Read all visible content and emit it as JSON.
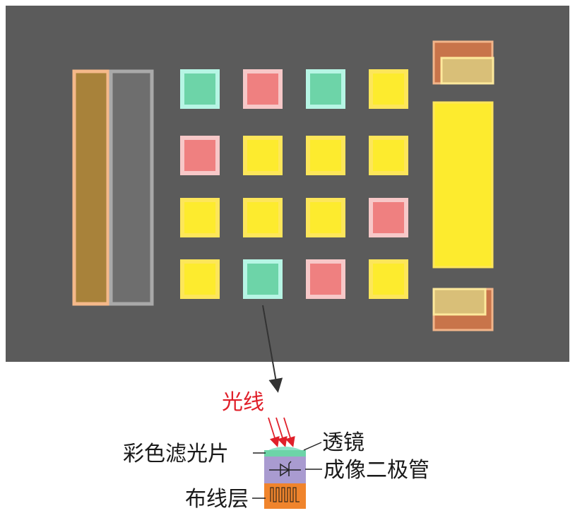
{
  "colors": {
    "background_panel": "#5b5b5b",
    "green": "#6dd4a8",
    "green_border": "#b6f5e4",
    "red": "#ef8080",
    "red_border": "#f7c8c8",
    "yellow": "#fdeb2e",
    "yellow_border": "#fde65a",
    "brown_bar": "#a8823a",
    "brown_border": "#f5b98a",
    "gray_bar": "#6e6e6e",
    "gray_border": "#a9a9a9",
    "orange": "#c8744a",
    "tan": "#d9bf78",
    "lens": "#8ee3c8",
    "photodiode": "#a99bd0",
    "wiring": "#f0842c",
    "light_arrow": "#e0202a"
  },
  "pixel_grid": [
    [
      "green",
      "red",
      "green",
      "yellow"
    ],
    [
      "red",
      "yellow",
      "yellow",
      "yellow"
    ],
    [
      "yellow",
      "yellow",
      "yellow",
      "red"
    ],
    [
      "yellow",
      "green",
      "red",
      "yellow"
    ]
  ],
  "labels": {
    "light": "光线",
    "lens": "透镜",
    "color_filter": "彩色滤光片",
    "photodiode": "成像二极管",
    "wiring_layer": "布线层"
  }
}
